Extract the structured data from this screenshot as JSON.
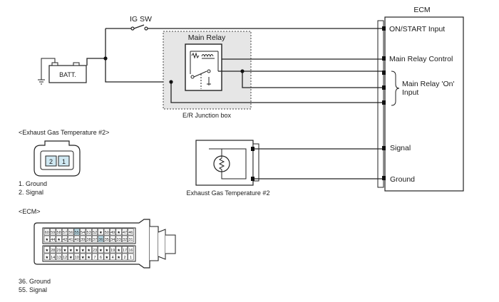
{
  "wiring": {
    "ecm_title": "ECM",
    "ig_sw": "IG SW",
    "batt": "BATT.",
    "main_relay": "Main Relay",
    "junction_box": "E/R Junction box",
    "sensor_name": "Exhaust Gas Temperature #2",
    "ecm_pins": {
      "on_start": "ON/START Input",
      "relay_control": "Main Relay Control",
      "relay_on_line1": "Main Relay 'On'",
      "relay_on_line2": "Input",
      "signal": "Signal",
      "ground": "Ground"
    }
  },
  "sensor_connector": {
    "title": "<Exhaust Gas Temperature #2>",
    "pin_left": "2",
    "pin_right": "1",
    "pins": [
      "1. Ground",
      "2. Signal"
    ]
  },
  "ecm_connector": {
    "title": "<ECM>",
    "rows": [
      [
        "60",
        "59",
        "58",
        "57",
        "56",
        "55",
        "54",
        "53",
        "52",
        "★",
        "50",
        "49",
        "★",
        "47",
        "46"
      ],
      [
        "★",
        "44",
        "★",
        "42",
        "41",
        "40",
        "39",
        "38",
        "37",
        "36",
        "35",
        "34",
        "33",
        "32",
        "31"
      ],
      [
        "★",
        "28",
        "29",
        "★",
        "★",
        "★",
        "★",
        "★",
        "23",
        "★",
        "★",
        "19",
        "★",
        "17",
        "16"
      ],
      [
        "★",
        "14",
        "13",
        "12",
        "★",
        "10",
        "★",
        "★",
        "7",
        "6",
        "★",
        "4",
        "★",
        "2",
        "1"
      ]
    ],
    "pins": [
      "36. Ground",
      "55. Signal"
    ]
  },
  "colors": {
    "line": "#222222",
    "junction_fill": "#e6e6e6",
    "sensor_fill": "#cfe8f2",
    "pin_highlight": "#bcdce8"
  }
}
